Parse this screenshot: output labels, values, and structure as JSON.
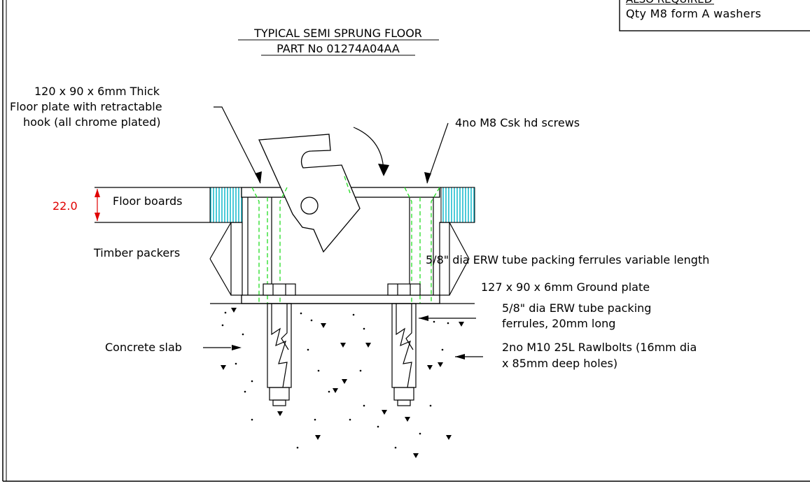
{
  "title": {
    "line1": "TYPICAL SEMI SPRUNG FLOOR",
    "line2": "PART No 01274A04AA"
  },
  "note_box": {
    "header": "ALSO REQUIRED",
    "text": "Qty M8 form A washers"
  },
  "labels": {
    "floor_plate_1": "120 x 90 x 6mm Thick",
    "floor_plate_2": "Floor plate with retractable",
    "floor_plate_3": "hook (all chrome plated)",
    "screws": "4no M8 Csk hd screws",
    "dimension_value": "22.0",
    "floor_boards": "Floor boards",
    "timber_packers": "Timber packers",
    "ferrules_variable": "5/8\" dia ERW tube packing ferrules variable length",
    "ground_plate": "127 x 90 x 6mm Ground plate",
    "ferrules_20_1": "5/8\" dia ERW tube packing",
    "ferrules_20_2": "ferrules, 20mm long",
    "rawlbolts_1": "2no M10 25L Rawlbolts (16mm dia",
    "rawlbolts_2": "x 85mm deep holes)",
    "concrete": "Concrete slab"
  },
  "colors": {
    "line": "#000000",
    "hidden_line": "#22dd22",
    "dimension": "#e00000",
    "board_fill": "#00b4c8"
  }
}
